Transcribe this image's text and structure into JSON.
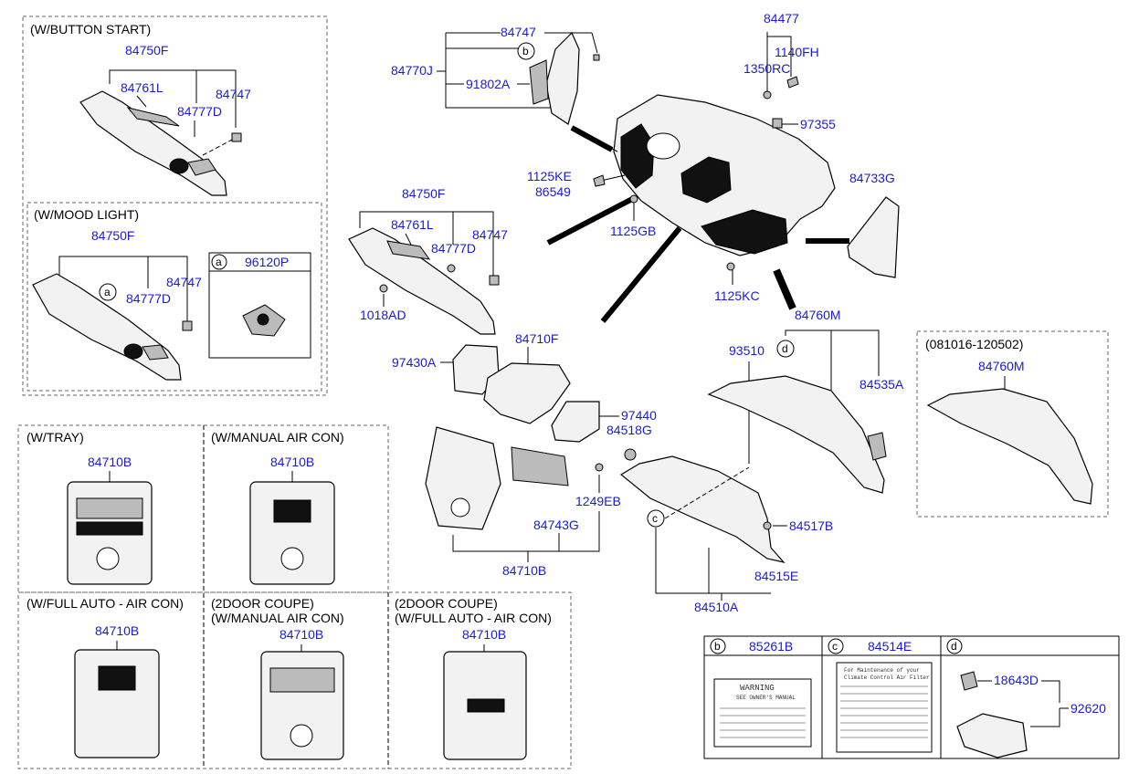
{
  "variants": {
    "button_start": "(W/BUTTON START)",
    "mood_light": "(W/MOOD LIGHT)",
    "tray": "(W/TRAY)",
    "manual_air_con": "(W/MANUAL AIR CON)",
    "full_auto_air_con": "(W/FULL AUTO - AIR CON)",
    "coupe_manual_line1": "(2DOOR COUPE)",
    "coupe_manual_line2": "(W/MANUAL AIR CON)",
    "coupe_auto_line1": "(2DOOR COUPE)",
    "coupe_auto_line2": "(W/FULL AUTO - AIR CON)",
    "date_range": "(081016-120502)"
  },
  "parts": {
    "p84750F": "84750F",
    "p84761L": "84761L",
    "p84777D": "84777D",
    "p84747": "84747",
    "p96120P": "96120P",
    "p84770J": "84770J",
    "p91802A": "91802A",
    "p84477": "84477",
    "p1140FH": "1140FH",
    "p1350RC": "1350RC",
    "p97355": "97355",
    "p1125KE": "1125KE",
    "p86549": "86549",
    "p1125GB": "1125GB",
    "p84733G": "84733G",
    "p1018AD": "1018AD",
    "p1125KC": "1125KC",
    "p84760M": "84760M",
    "p93510": "93510",
    "p84535A": "84535A",
    "p97430A": "97430A",
    "p84710F": "84710F",
    "p97440": "97440",
    "p84518G": "84518G",
    "p1249EB": "1249EB",
    "p84743G": "84743G",
    "p84710B": "84710B",
    "p84517B": "84517B",
    "p84515E": "84515E",
    "p84510A": "84510A",
    "p85261B": "85261B",
    "p84514E": "84514E",
    "p18643D": "18643D",
    "p92620": "92620"
  },
  "callouts": {
    "a": "a",
    "b": "b",
    "c": "c",
    "d": "d"
  },
  "labels": {
    "warning_title": "WARNING",
    "warning_sub": "SEE OWNER'S MANUAL",
    "filter_title": "For Maintenance of your",
    "filter_sub": "Climate Control Air Filter"
  }
}
